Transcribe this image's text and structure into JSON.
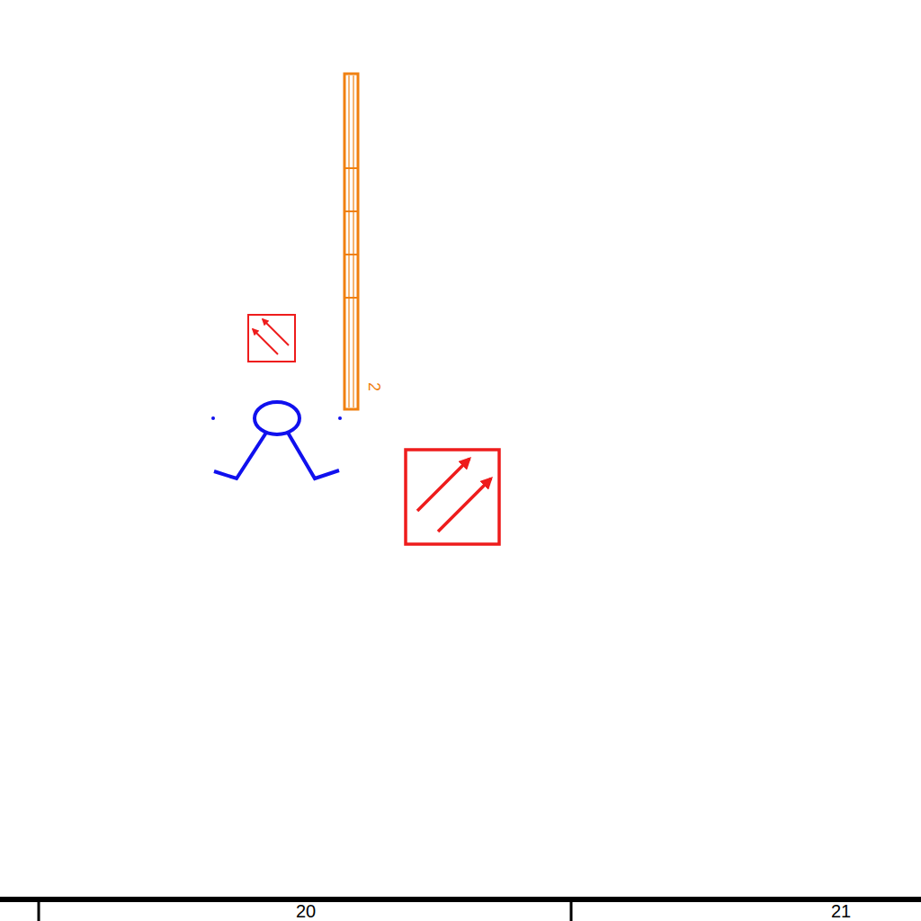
{
  "diagram": {
    "labels": [
      "2",
      "20",
      "21"
    ]
  }
}
